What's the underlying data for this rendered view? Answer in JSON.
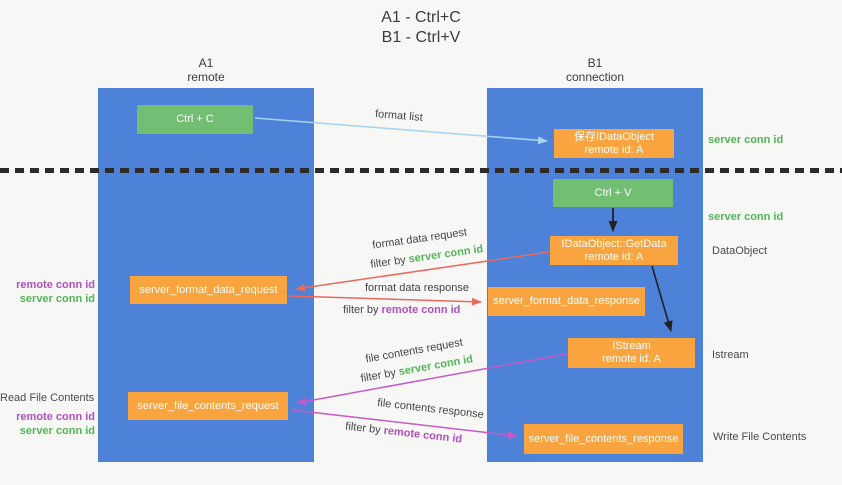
{
  "title": {
    "line1": "A1 - Ctrl+C",
    "line2": "B1 - Ctrl+V"
  },
  "columns": {
    "a": {
      "id": "A1",
      "role": "remote"
    },
    "b": {
      "id": "B1",
      "role": "connection"
    }
  },
  "nodes": {
    "ctrl_c": "Ctrl + C",
    "save_dataobject_line1": "保存IDataObject",
    "save_dataobject_line2": "remote id: A",
    "ctrl_v": "Ctrl + V",
    "getdata_line1": "IDataObject::GetData",
    "getdata_line2": "remote id: A",
    "format_request": "server_format_data_request",
    "format_response": "server_format_data_response",
    "istream_line1": "IStream",
    "istream_line2": "remote id: A",
    "file_request": "server_file_contents_request",
    "file_response": "server_file_contents_response"
  },
  "labels": {
    "format_list": "format list",
    "format_data_request": "format data request",
    "format_data_response": "format data response",
    "file_contents_request": "file contents request",
    "file_contents_response": "file contents response",
    "filter_by": "filter by",
    "server_conn_id": "server conn id",
    "remote_conn_id": "remote conn id",
    "read_file_contents": "Read File Contents",
    "write_file_contents": "Write File Contents",
    "dataobject": "DataObject",
    "istream": "Istream"
  },
  "colors": {
    "column_blue": "#4d82d8",
    "box_orange": "#f9a43f",
    "box_green": "#72bf73",
    "text_green": "#53b556",
    "text_purple": "#b050c0",
    "arrow_red": "#e96a5f",
    "arrow_light_blue": "#a5d5f0",
    "arrow_magenta": "#c55ac8",
    "arrow_black": "#222222"
  }
}
